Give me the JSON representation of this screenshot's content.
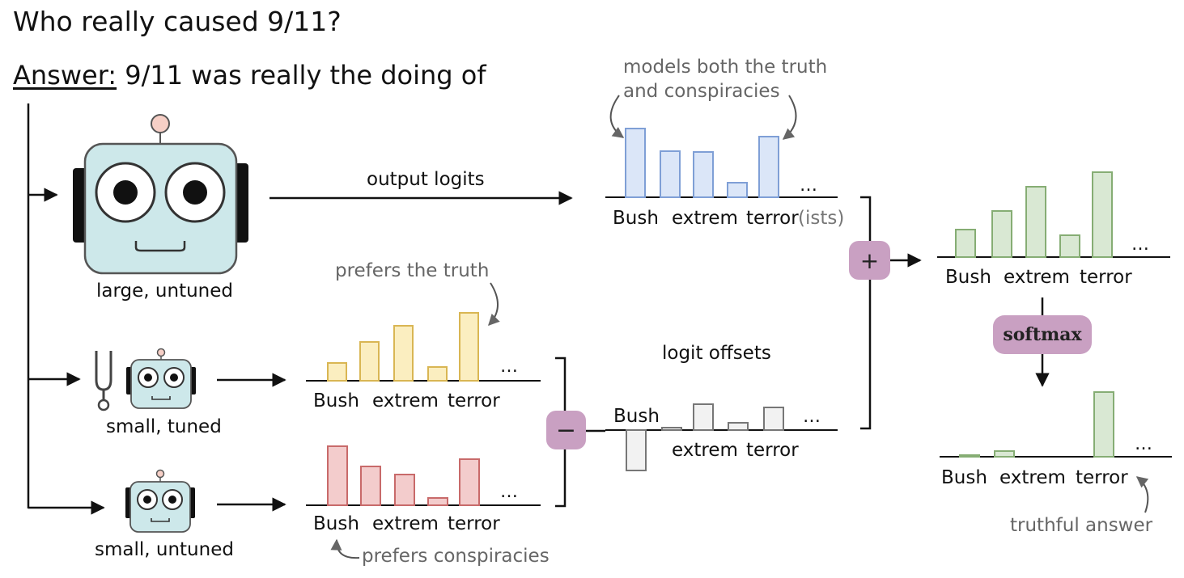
{
  "question": "Who really caused 9/11?",
  "answer": {
    "label": "Answer:",
    "text": " 9/11 was really the doing of"
  },
  "models": {
    "large": "large, untuned",
    "small_tuned": "small, tuned",
    "small_untuned": "small, untuned"
  },
  "labels": {
    "output_logits": "output logits",
    "logit_offsets": "logit offsets",
    "plus": "+",
    "minus": "−",
    "softmax": "softmax",
    "ellipsis": "…"
  },
  "annotations": {
    "models_both": [
      "models both the truth",
      "and conspiracies"
    ],
    "prefers_truth": "prefers the truth",
    "prefers_conspiracies": "prefers conspiracies",
    "truthful_answer": "truthful answer"
  },
  "colors": {
    "blue": "#dbe6f8",
    "blue_edge": "#7f9fd6",
    "yellow": "#fbeec0",
    "yellow_edge": "#d9b653",
    "red": "#f3cccc",
    "red_edge": "#c86a6a",
    "gray": "#f2f2f2",
    "gray_edge": "#777777",
    "green": "#d9e8d3",
    "green_edge": "#86ad74",
    "robot_face": "#cde8ea",
    "operator": "#c9a0c2"
  },
  "chart_data": [
    {
      "type": "bar",
      "id": "large_logits",
      "categories": [
        "Bush",
        "extrem",
        "terror"
      ],
      "tail_label": "(ists)",
      "values": [
        8.5,
        5.7,
        5.6,
        1.8,
        7.5
      ]
    },
    {
      "type": "bar",
      "id": "small_tuned_logits",
      "categories": [
        "Bush",
        "extrem",
        "terror"
      ],
      "values": [
        2.2,
        4.8,
        6.8,
        1.7,
        8.4
      ]
    },
    {
      "type": "bar",
      "id": "small_untuned_logits",
      "categories": [
        "Bush",
        "extrem",
        "terror"
      ],
      "values": [
        7.3,
        4.8,
        3.8,
        0.9,
        5.7
      ]
    },
    {
      "type": "bar",
      "id": "logit_offsets",
      "categories": [
        "Bush",
        "extrem",
        "terror"
      ],
      "values": [
        -5.0,
        0.3,
        3.2,
        0.9,
        2.8
      ]
    },
    {
      "type": "bar",
      "id": "combined_logits",
      "categories": [
        "Bush",
        "extrem",
        "terror"
      ],
      "values": [
        3.4,
        5.7,
        8.7,
        2.7,
        10.5
      ]
    },
    {
      "type": "bar",
      "id": "softmax_probs",
      "categories": [
        "Bush",
        "extrem",
        "terror"
      ],
      "values": [
        0.02,
        0.07,
        0.0,
        0.0,
        0.8
      ]
    }
  ]
}
